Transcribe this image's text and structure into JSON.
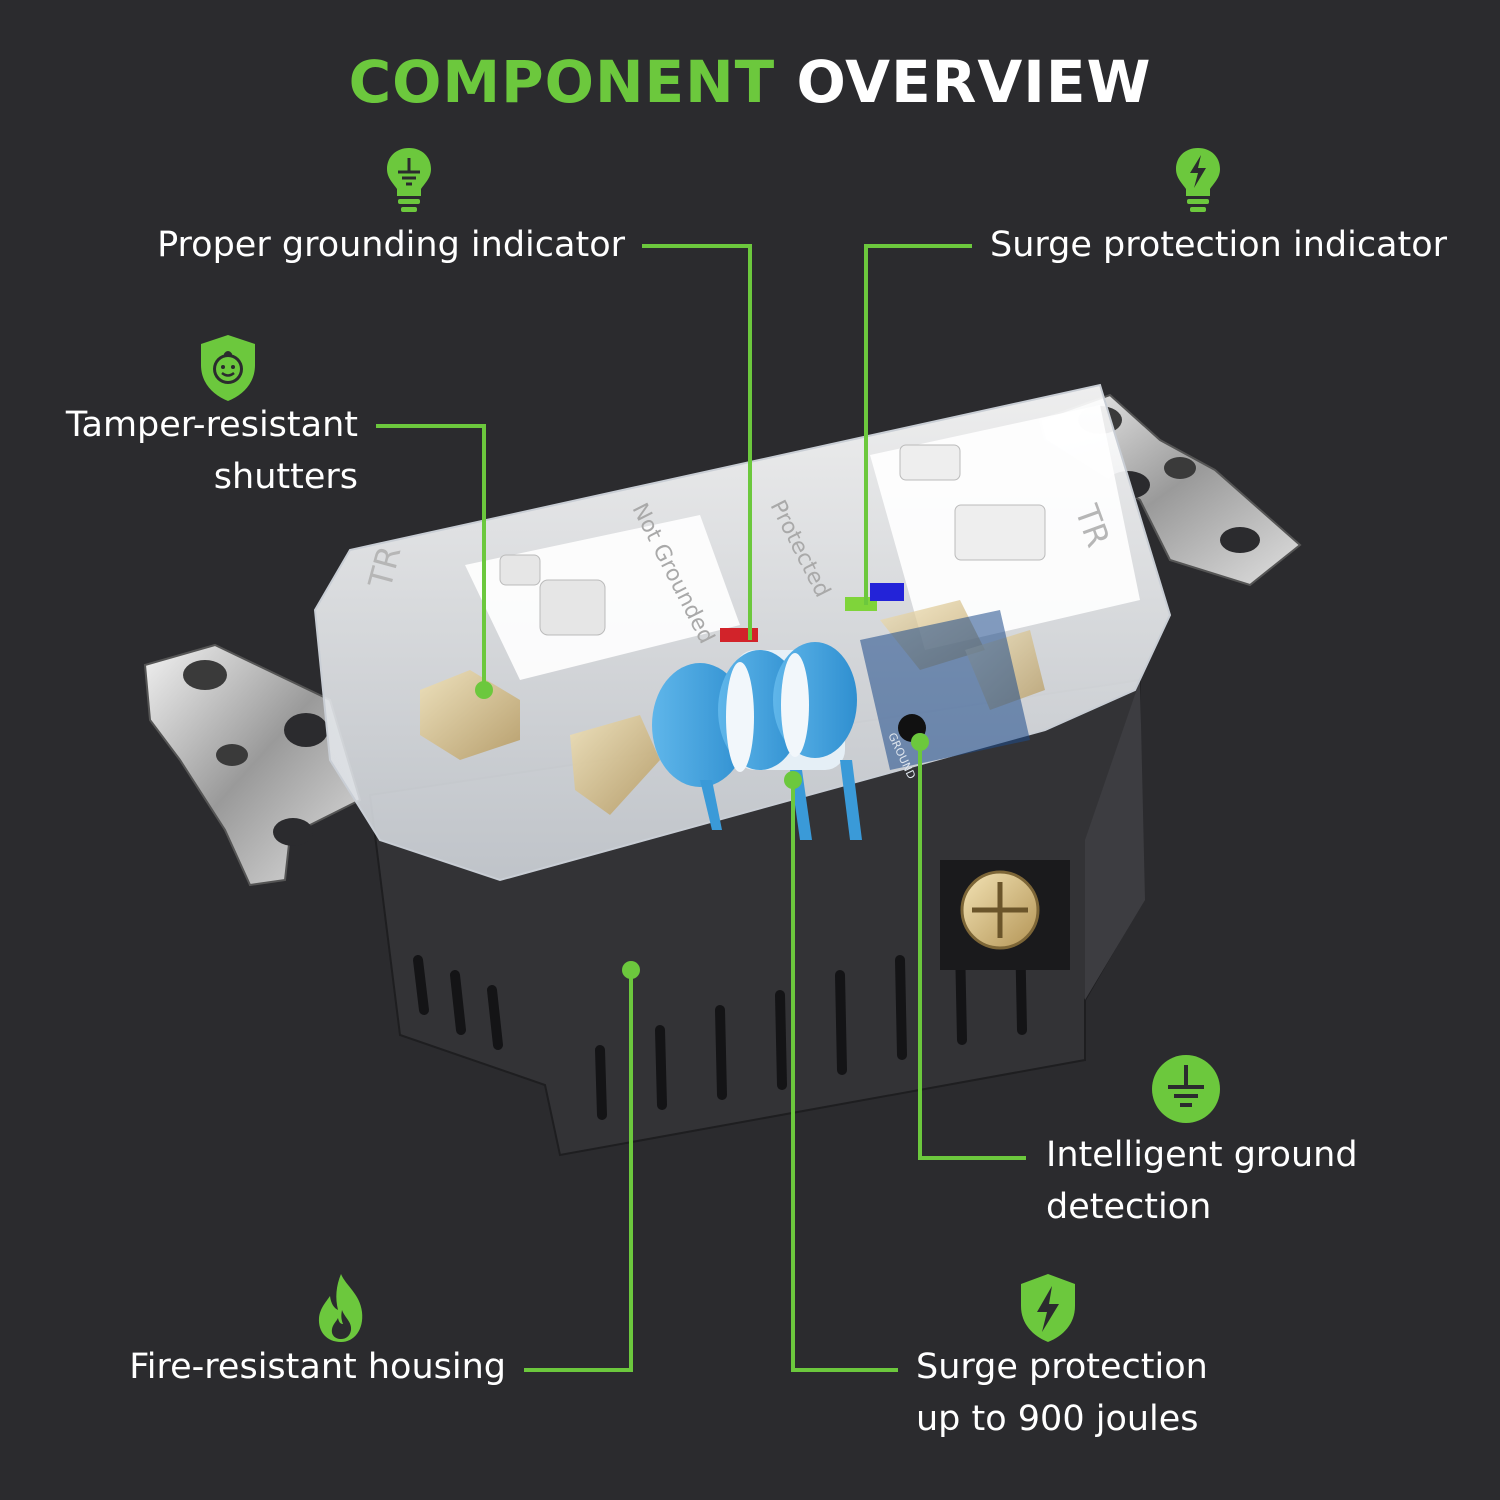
{
  "title": {
    "part1": "COMPONENT",
    "part2": "OVERVIEW"
  },
  "accent_color": "#6cc83d",
  "features": {
    "grounding_indicator": {
      "label": "Proper grounding indicator",
      "icon": "grounding-bulb-icon"
    },
    "surge_indicator": {
      "label": "Surge protection indicator",
      "icon": "lightning-bulb-icon"
    },
    "tamper_resistant": {
      "line1": "Tamper-resistant",
      "line2": "shutters",
      "icon": "baby-shield-icon"
    },
    "intelligent_ground": {
      "line1": "Intelligent ground",
      "line2": "detection",
      "icon": "ground-symbol-icon"
    },
    "fire_resistant": {
      "label": "Fire-resistant housing",
      "icon": "flame-icon"
    },
    "surge_protection": {
      "line1": "Surge protection",
      "line2": "up to 900 joules",
      "icon": "lightning-shield-icon"
    }
  },
  "device_markings": {
    "tr_left": "TR",
    "tr_right": "TR",
    "not_grounded": "Not Grounded",
    "protected": "Protected",
    "ground": "GROUND"
  }
}
